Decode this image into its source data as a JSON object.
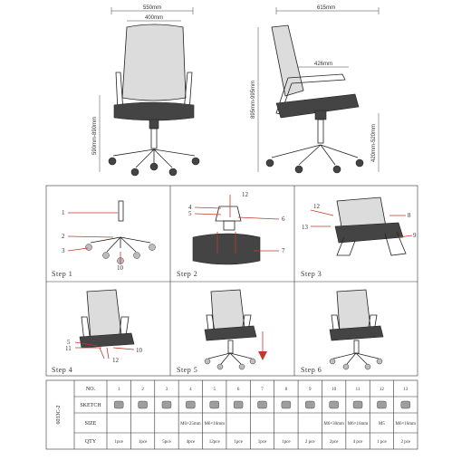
{
  "dimensions": {
    "front_total_width": "550mm",
    "front_back_width": "400mm",
    "front_height": "590mm-890mm",
    "side_depth": "615mm",
    "side_armrest": "426mm",
    "side_total_height": "895mm-995mm",
    "side_seat_height": "420mm-520mm"
  },
  "steps": [
    {
      "label": "Step 1"
    },
    {
      "label": "Step 2"
    },
    {
      "label": "Step 3"
    },
    {
      "label": "Step 4"
    },
    {
      "label": "Step 5"
    },
    {
      "label": "Step 6"
    }
  ],
  "callouts": {
    "step1": [
      "1",
      "2",
      "3",
      "10"
    ],
    "step2": [
      "12",
      "4",
      "5",
      "6",
      "7"
    ],
    "step3": [
      "12",
      "13",
      "8",
      "9"
    ],
    "step4": [
      "5",
      "11",
      "12",
      "10"
    ]
  },
  "table": {
    "model": "6033C-2",
    "row_labels": [
      "NO.",
      "SKETCH",
      "SIZE",
      "QTY"
    ],
    "numbers": [
      "1",
      "2",
      "3",
      "4",
      "5",
      "6",
      "7",
      "8",
      "9",
      "10",
      "11",
      "12",
      "13"
    ],
    "sizes": [
      "",
      "",
      "",
      "M6×25mm",
      "M6×16mm",
      "",
      "",
      "",
      "",
      "M6×30mm",
      "M6×16mm",
      "M5",
      "M6×16mm"
    ],
    "qty": [
      "1pce",
      "1pce",
      "5pce",
      "4pce",
      "12pce",
      "1pce",
      "1pce",
      "1pce",
      "2 pce",
      "2pce",
      "4 pce",
      "1 pce",
      "2 pce"
    ]
  }
}
